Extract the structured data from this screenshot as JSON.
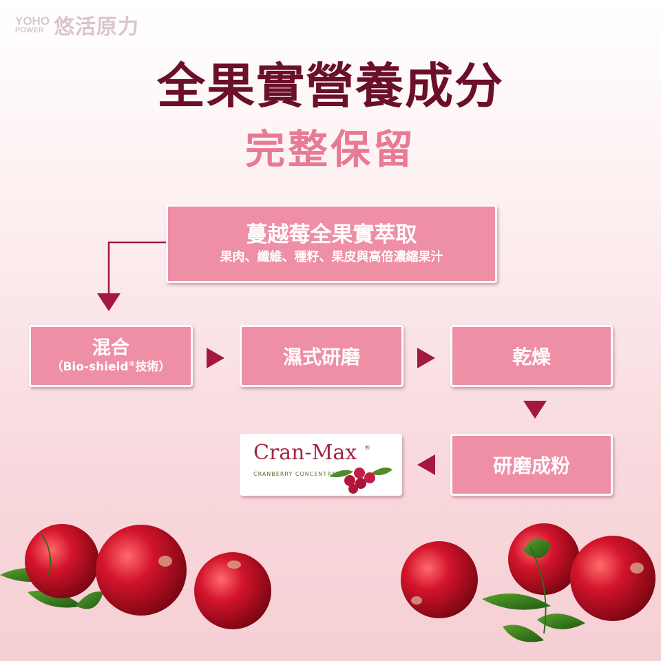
{
  "logo": {
    "top": "YOHO",
    "bottom": "POWER",
    "name_cn": "悠活原力"
  },
  "title": {
    "line1": "全果實營養成分",
    "line2": "完整保留"
  },
  "process": {
    "extract": {
      "title": "蔓越莓全果實萃取",
      "detail": "果肉、纖維、種籽、果皮與高倍濃縮果汁"
    },
    "mix": {
      "title": "混合",
      "detail_prefix": "（Bio-shield",
      "detail_sup": "®",
      "detail_suffix": "技術）"
    },
    "wet_grind": {
      "title": "濕式研磨"
    },
    "dry": {
      "title": "乾燥"
    },
    "powder": {
      "title": "研磨成粉"
    },
    "brand": {
      "name": "Cran-Max",
      "reg": "®",
      "subtitle": "CRANBERRY CONCENTRATE"
    }
  },
  "colors": {
    "title_dark": "#6b0f2a",
    "title_pink": "#e87a93",
    "box_fill": "#ee8fa6",
    "arrow": "#a3183f",
    "berry": "#c8102e"
  },
  "icons": [
    "arrow-right-icon",
    "arrow-down-icon",
    "arrow-left-icon",
    "cranberry-icon",
    "leaf-icon"
  ]
}
